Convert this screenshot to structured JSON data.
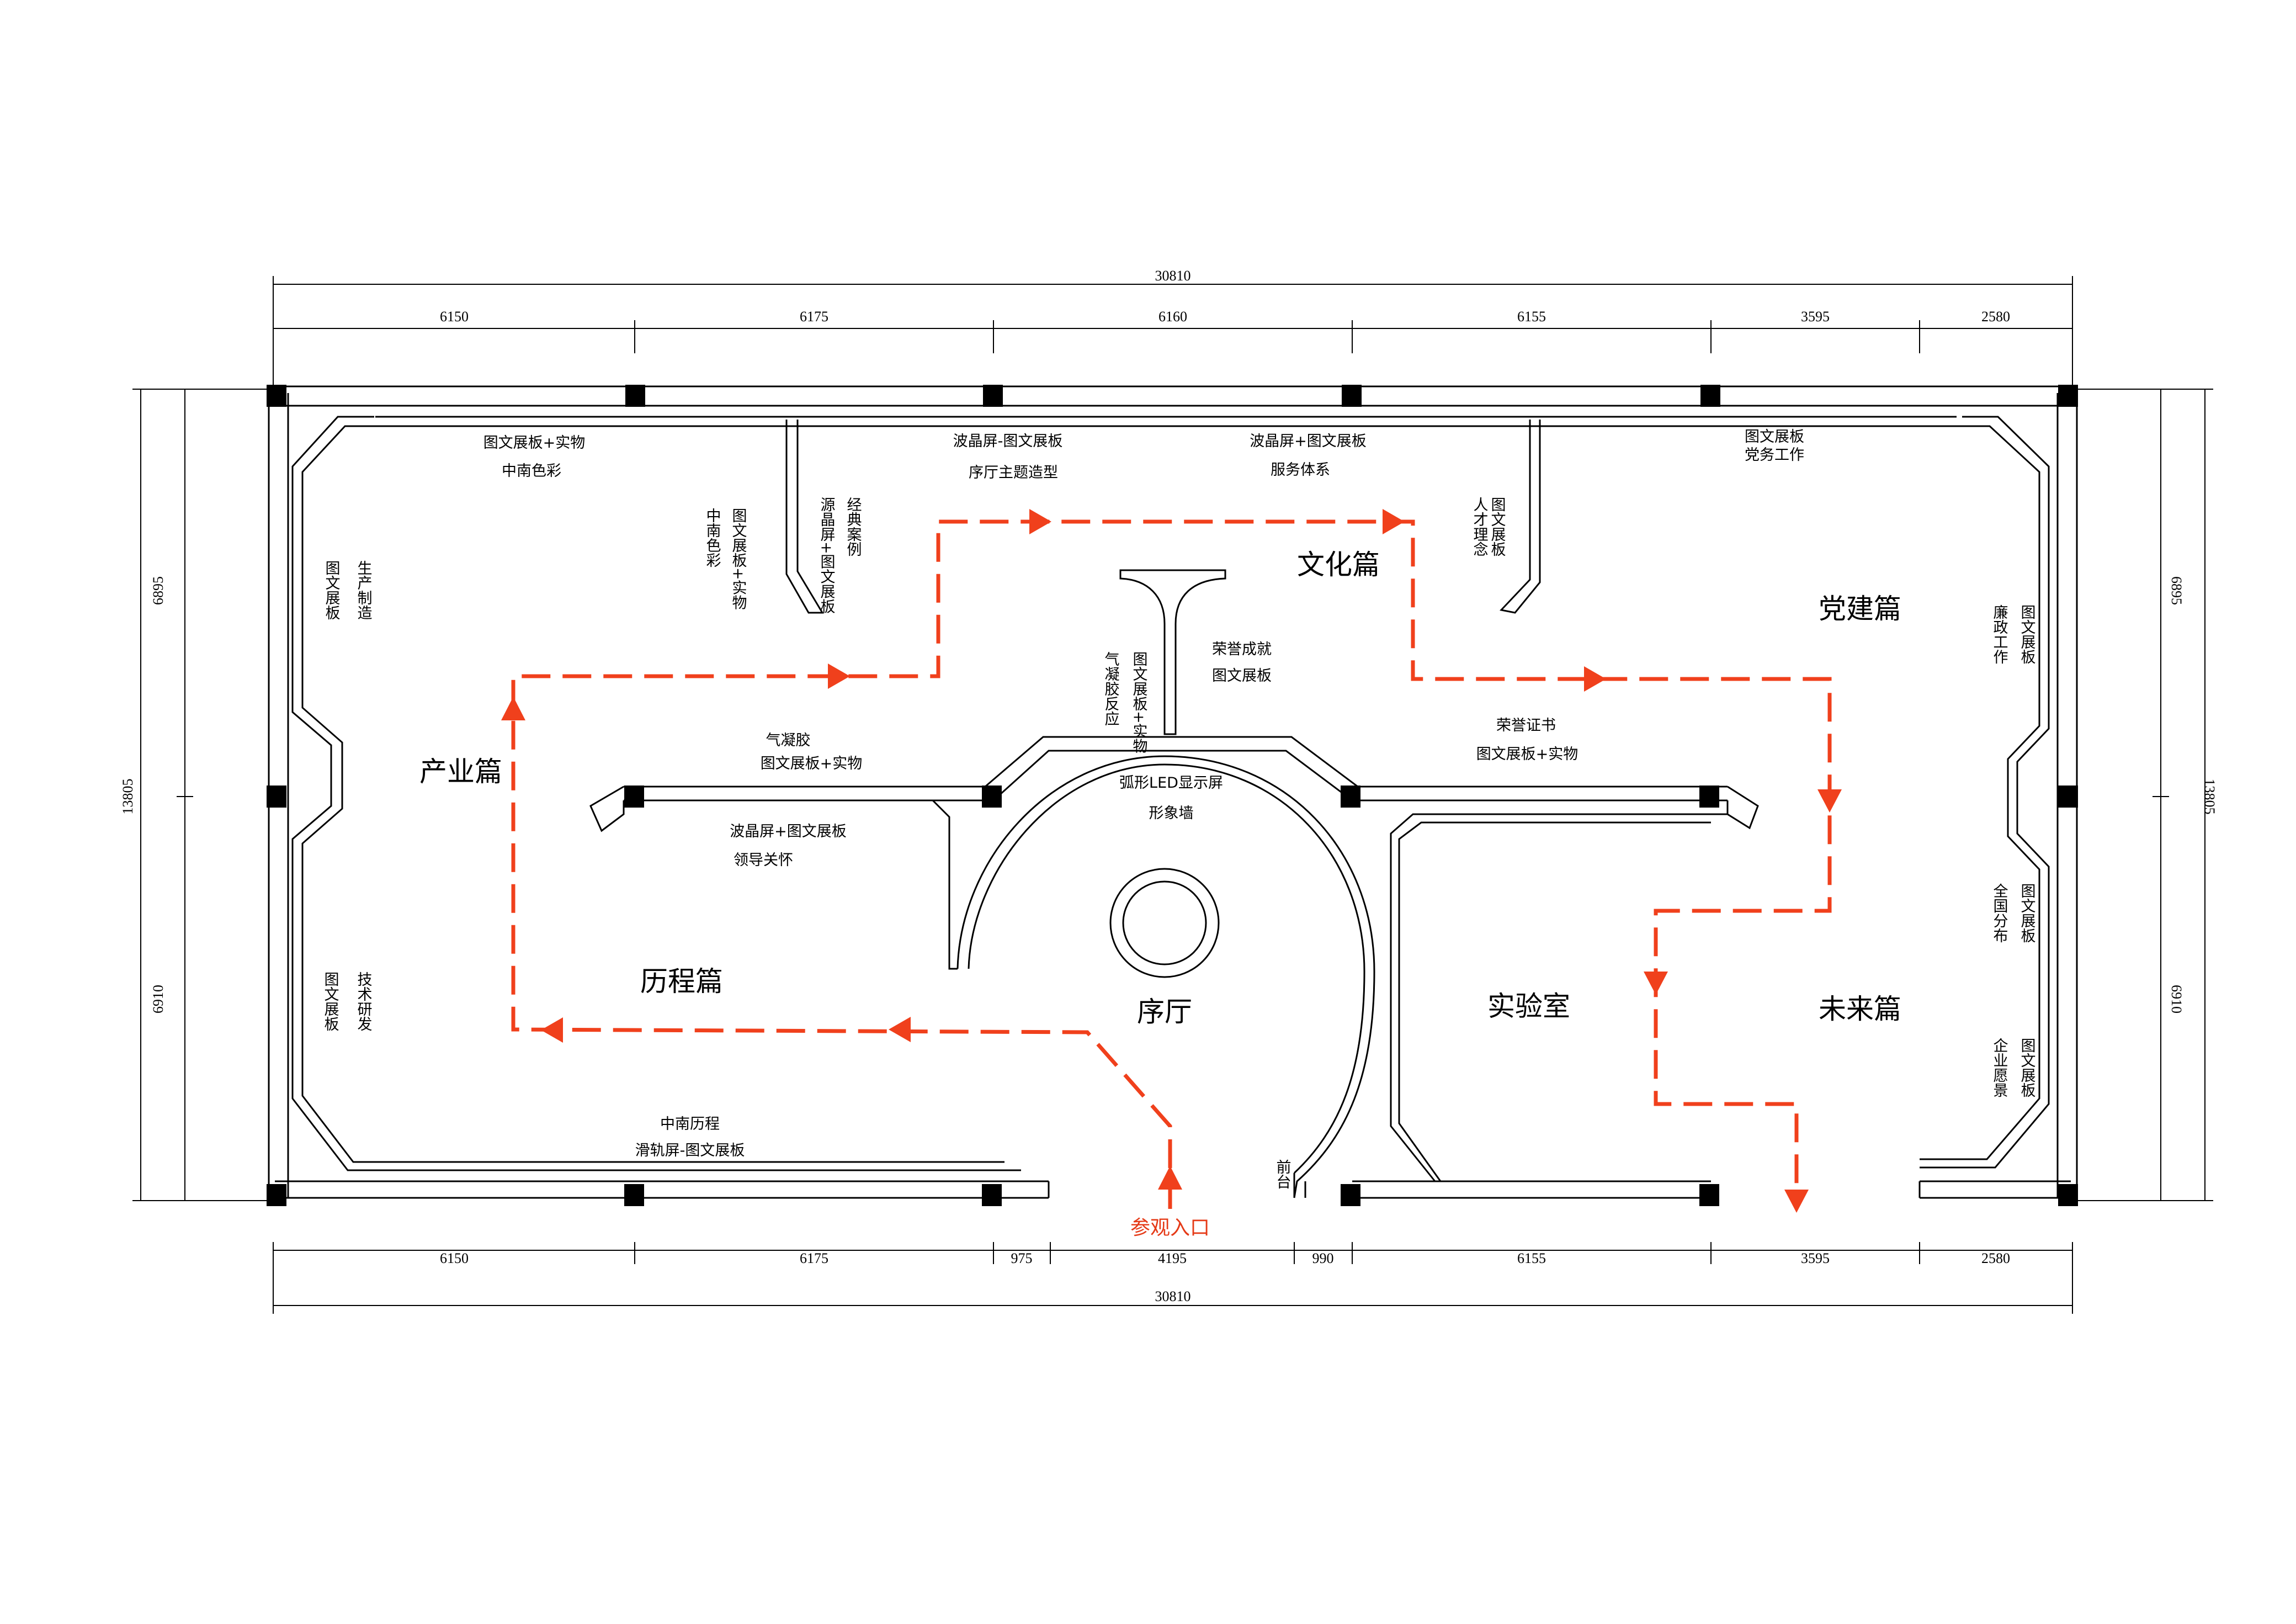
{
  "dimensions": {
    "total_top": "30810",
    "total_bottom": "30810",
    "top_segments": [
      "6150",
      "6175",
      "6160",
      "6155",
      "3595",
      "2580"
    ],
    "bottom_segments": [
      "6150",
      "6175",
      "975",
      "4195",
      "990",
      "6155",
      "3595",
      "2580"
    ],
    "left_total": "13805",
    "left_top": "6895",
    "left_bottom": "6910",
    "right_total": "13805",
    "right_top": "6895",
    "right_bottom": "6910"
  },
  "zones": {
    "chanye": "产业篇",
    "licheng": "历程篇",
    "xuting": "序厅",
    "wenhua": "文化篇",
    "dangjian": "党建篇",
    "shiyanshi": "实验室",
    "weilai": "未来篇"
  },
  "entrance": "参观入口",
  "exhibits": {
    "zhongnan_color": [
      "图文展板+实物",
      "中南色彩"
    ],
    "production": [
      "图文展板",
      "生产制造"
    ],
    "tech_rd": [
      "图文展板",
      "技术研发"
    ],
    "zhongnan_history": [
      "中南历程",
      "滑轨屏-图文展板"
    ],
    "zhongnan_color_vertical": [
      "图文展板+实物",
      "中南色彩"
    ],
    "source_screen": [
      "源晶屏+图文展板",
      "经典案例"
    ],
    "xuting_theme": [
      "波晶屏-图文展板",
      "序厅主题造型"
    ],
    "service": [
      "波晶屏+图文展板",
      "服务体系"
    ],
    "talent": [
      "图文展板",
      "人才理念"
    ],
    "party_work": [
      "图文展板",
      "党务工作"
    ],
    "integrity": [
      "图文展板",
      "廉政工作"
    ],
    "national": [
      "图文展板",
      "全国分布"
    ],
    "vision": [
      "图文展板",
      "企业愿景"
    ],
    "aerogel_reaction": [
      "图文展板+实物",
      "气凝胶反应"
    ],
    "honor": [
      "荣誉成就",
      "图文展板"
    ],
    "aerogel": [
      "气凝胶",
      "图文展板+实物"
    ],
    "leaders": [
      "波晶屏+图文展板",
      "领导关怀"
    ],
    "led": [
      "弧形LED显示屏",
      "形象墙"
    ],
    "certificates": [
      "荣誉证书",
      "图文展板+实物"
    ],
    "front_desk": "前台"
  }
}
